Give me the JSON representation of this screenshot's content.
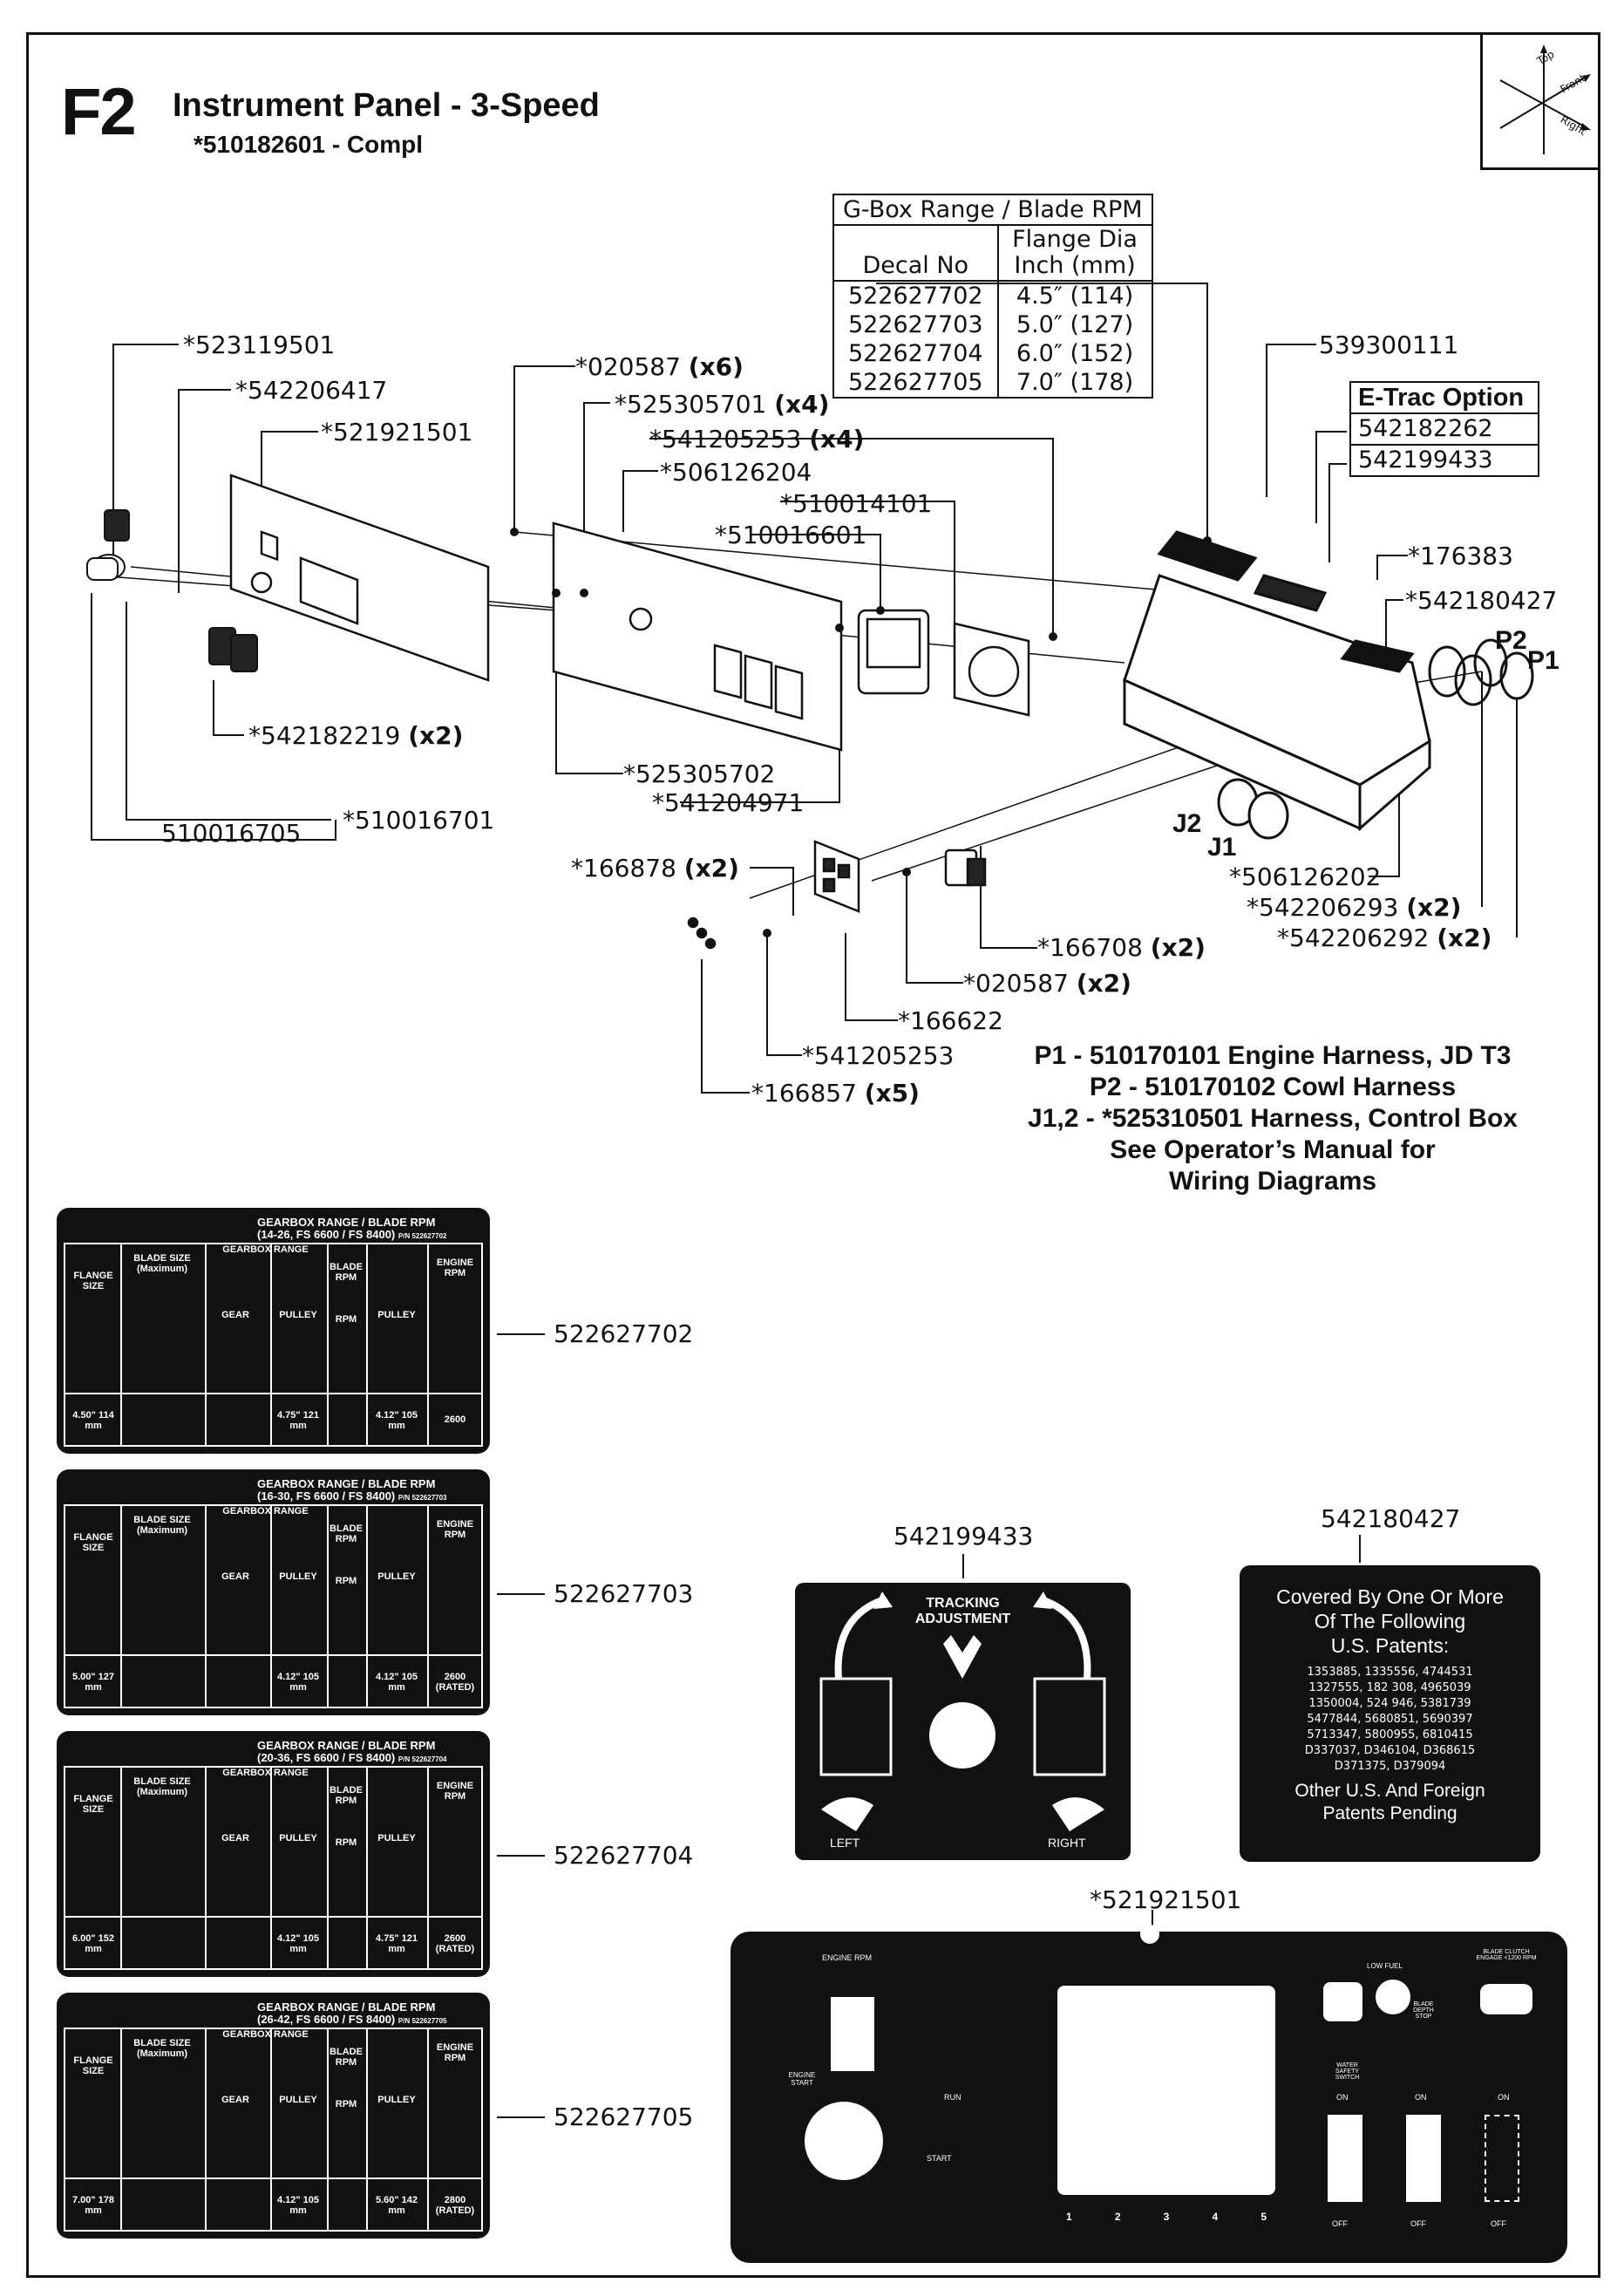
{
  "figure": {
    "code": "F2",
    "title": "Instrument Panel - 3-Speed",
    "subtitle": "*510182601 - Compl"
  },
  "orientation": {
    "top": "Top",
    "front": "Front",
    "right": "Right"
  },
  "gbox_table": {
    "title": "G-Box Range / Blade RPM",
    "col1_header": "Decal No",
    "col2_header_line1": "Flange Dia",
    "col2_header_line2": "Inch (mm)",
    "rows": [
      {
        "decal": "522627702",
        "dia": "4.5″ (114)"
      },
      {
        "decal": "522627703",
        "dia": "5.0″ (127)"
      },
      {
        "decal": "522627704",
        "dia": "6.0″ (152)"
      },
      {
        "decal": "522627705",
        "dia": "7.0″ (178)"
      }
    ]
  },
  "etrac": {
    "title": "E-Trac Option",
    "items": [
      "542182262",
      "542199433"
    ]
  },
  "callouts": {
    "p523119501": "*523119501",
    "p542206417": "*542206417",
    "p521921501": "*521921501",
    "p020587x6": "*020587 ",
    "p020587x6_qty": "(x6)",
    "p525305701": "*525305701 ",
    "p525305701_qty": "(x4)",
    "p541205253x4": "*541205253 ",
    "p541205253x4_qty": "(x4)",
    "p506126204": "*506126204",
    "p510014101": "*510014101",
    "p510016601": "*510016601",
    "p539300111": "539300111",
    "p176383": "*176383",
    "p542180427": "*542180427",
    "pP2": "P2",
    "pP1": "P1",
    "p542182219": "*542182219 ",
    "p542182219_qty": "(x2)",
    "p525305702": "*525305702",
    "p541204971": "*541204971",
    "p510016705": "510016705",
    "p510016701": "*510016701",
    "pJ2": "J2",
    "pJ1": "J1",
    "p166878": "*166878 ",
    "p166878_qty": "(x2)",
    "p506126202": "*506126202",
    "p542206293": "*542206293 ",
    "p542206293_qty": "(x2)",
    "p542206292": "*542206292 ",
    "p542206292_qty": "(x2)",
    "p166708": "*166708 ",
    "p166708_qty": "(x2)",
    "p020587x2": "*020587 ",
    "p020587x2_qty": "(x2)",
    "p166622": "*166622",
    "p541205253": "*541205253",
    "p166857": "*166857 ",
    "p166857_qty": "(x5)"
  },
  "notes": [
    "P1 - 510170101 Engine Harness, JD T3",
    "P2 - 510170102 Cowl Harness",
    "J1,2 - *525310501 Harness, Control Box",
    "See Operator’s Manual for",
    "Wiring Diagrams"
  ],
  "decals": [
    {
      "part": "522627702",
      "header_line1": "GEARBOX RANGE / BLADE RPM",
      "header_line2": "(14-26, FS 6600 / FS 8400)",
      "pn": "P/N 522627702",
      "gearbox_range": "GEARBOX RANGE",
      "flange_size": "FLANGE SIZE",
      "blade_size": "BLADE SIZE (Maximum)",
      "gear": "GEAR",
      "pulley": "PULLEY",
      "blade_rpm": "BLADE RPM",
      "rpm": "RPM",
      "engine_rpm": "ENGINE RPM",
      "v_flange": "4.50\" 114 mm",
      "v_pulley1": "4.75\" 121 mm",
      "v_pulley2": "4.12\" 105 mm",
      "v_engine": "2600"
    },
    {
      "part": "522627703",
      "header_line1": "GEARBOX RANGE / BLADE RPM",
      "header_line2": "(16-30, FS 6600 / FS 8400)",
      "pn": "P/N 522627703",
      "gearbox_range": "GEARBOX RANGE",
      "flange_size": "FLANGE SIZE",
      "blade_size": "BLADE SIZE (Maximum)",
      "gear": "GEAR",
      "pulley": "PULLEY",
      "blade_rpm": "BLADE RPM",
      "rpm": "RPM",
      "engine_rpm": "ENGINE RPM",
      "v_flange": "5.00\" 127 mm",
      "v_pulley1": "4.12\" 105 mm",
      "v_pulley2": "4.12\" 105 mm",
      "v_engine": "2600 (RATED)"
    },
    {
      "part": "522627704",
      "header_line1": "GEARBOX RANGE / BLADE RPM",
      "header_line2": "(20-36, FS 6600 / FS 8400)",
      "pn": "P/N 522627704",
      "gearbox_range": "GEARBOX RANGE",
      "flange_size": "FLANGE SIZE",
      "blade_size": "BLADE SIZE (Maximum)",
      "gear": "GEAR",
      "pulley": "PULLEY",
      "blade_rpm": "BLADE RPM",
      "rpm": "RPM",
      "engine_rpm": "ENGINE RPM",
      "v_flange": "6.00\" 152 mm",
      "v_pulley1": "4.12\" 105 mm",
      "v_pulley2": "4.75\" 121 mm",
      "v_engine": "2600 (RATED)"
    },
    {
      "part": "522627705",
      "header_line1": "GEARBOX RANGE / BLADE RPM",
      "header_line2": "(26-42, FS 6600 / FS 8400)",
      "pn": "P/N 522627705",
      "gearbox_range": "GEARBOX RANGE",
      "flange_size": "FLANGE SIZE",
      "blade_size": "BLADE SIZE (Maximum)",
      "gear": "GEAR",
      "pulley": "PULLEY",
      "blade_rpm": "BLADE RPM",
      "rpm": "RPM",
      "engine_rpm": "ENGINE RPM",
      "v_flange": "7.00\" 178 mm",
      "v_pulley1": "4.12\" 105 mm",
      "v_pulley2": "5.60\" 142 mm",
      "v_engine": "2800 (RATED)"
    }
  ],
  "tracking_decal": {
    "part": "542199433",
    "title_line1": "TRACKING",
    "title_line2": "ADJUSTMENT",
    "left": "LEFT",
    "right": "RIGHT"
  },
  "patent_decal": {
    "part": "542180427",
    "line1": "Covered By One Or More",
    "line2": "Of The Following",
    "line3": "U.S. Patents:",
    "numbers": [
      "1353885, 1335556, 4744531",
      "1327555, 182 308, 4965039",
      "1350004, 524 946, 5381739",
      "5477844, 5680851, 5690397",
      "5713347, 5800955, 6810415",
      "D337037, D346104, D368615",
      "D371375, D379094"
    ],
    "line4": "Other U.S. And Foreign",
    "line5": "Patents Pending"
  },
  "panel_decal": {
    "part": "*521921501",
    "engine_rpm": "ENGINE RPM",
    "low_fuel": "LOW FUEL",
    "blade_clutch": "BLADE CLUTCH ENGAGE <1200 RPM",
    "blade_depth_stop": "BLADE DEPTH STOP",
    "water_safety": "WATER SAFETY SWITCH",
    "engine_start": "ENGINE START",
    "run": "RUN",
    "start": "START",
    "on": "ON",
    "off": "OFF",
    "numbers": [
      "1",
      "2",
      "3",
      "4",
      "5"
    ]
  }
}
